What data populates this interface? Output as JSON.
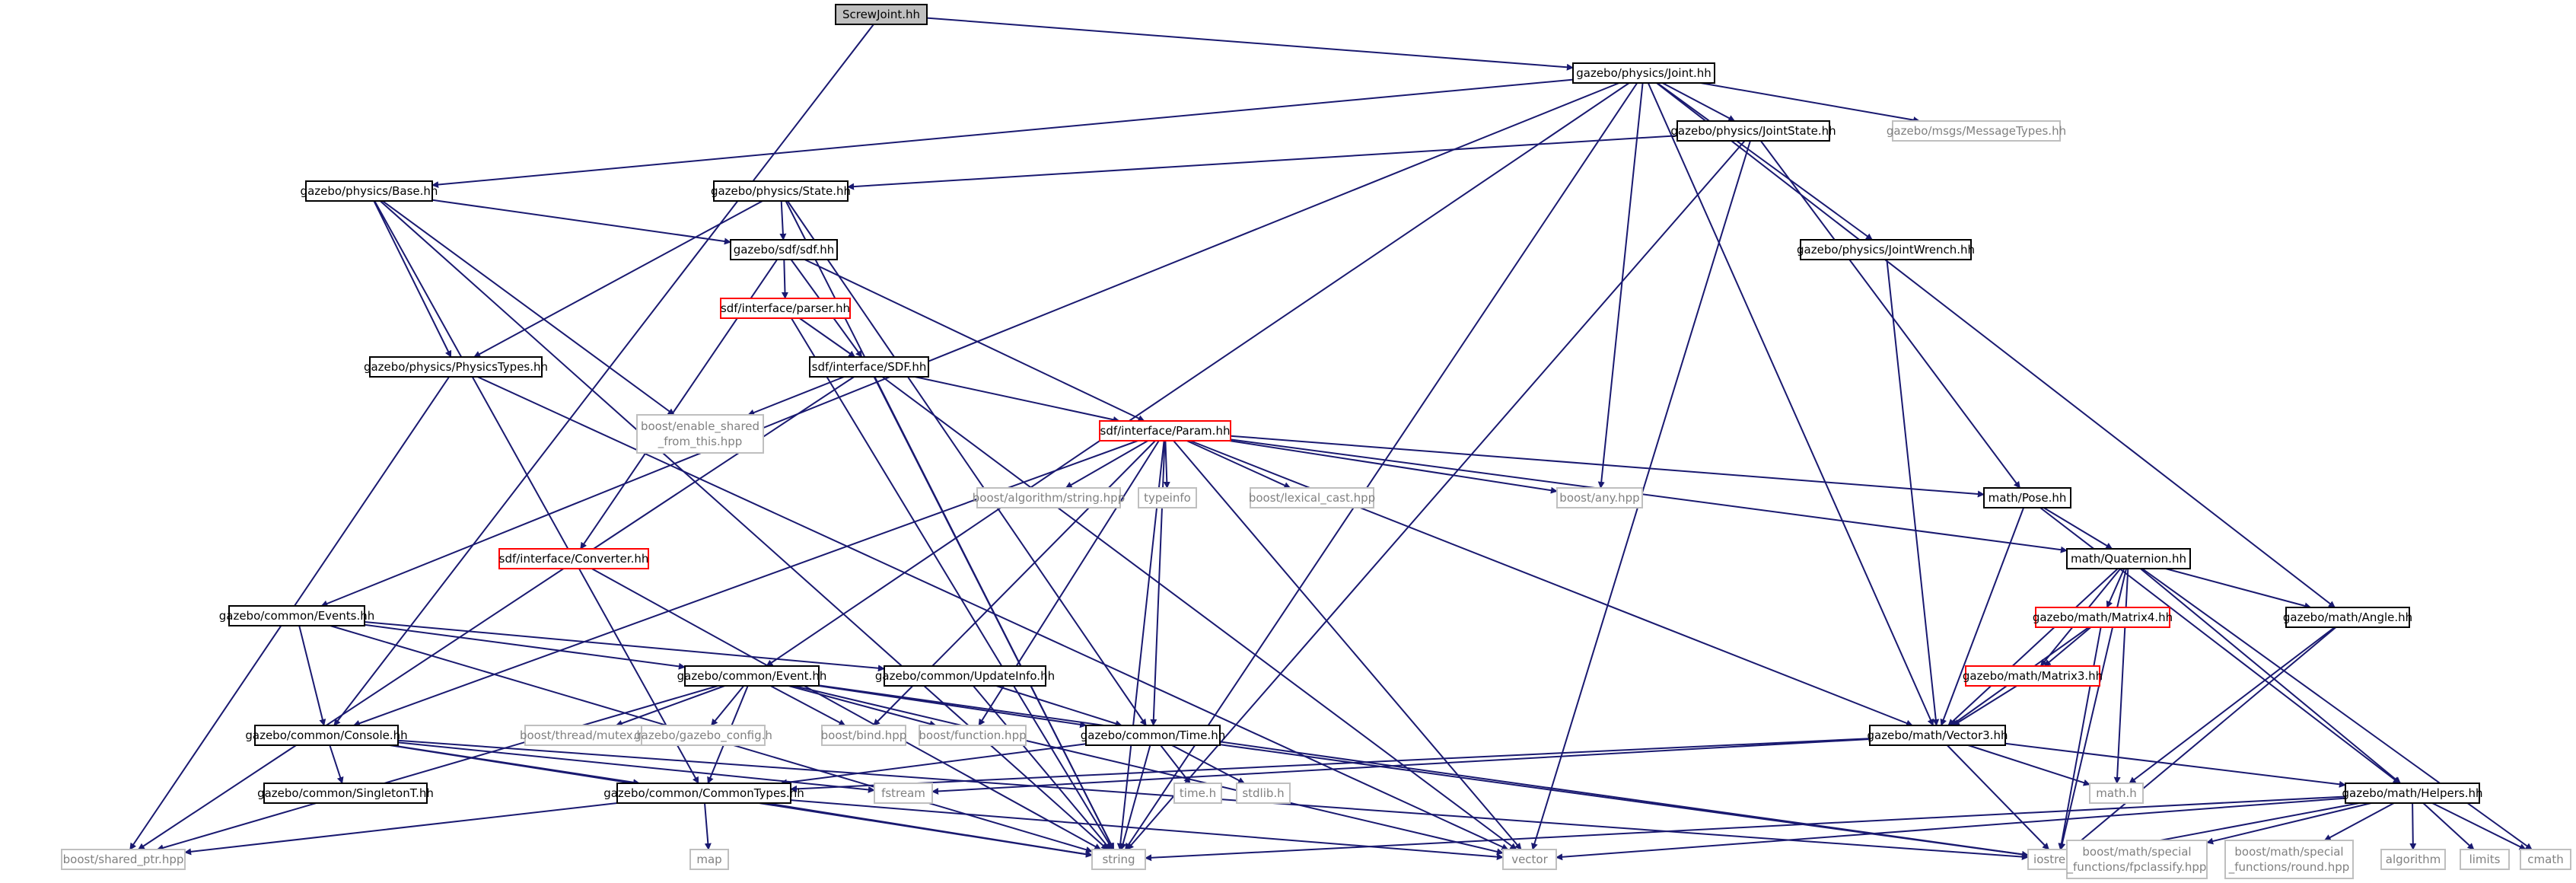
{
  "graph": {
    "colors": {
      "edge": "#191970",
      "node_border": "#000000",
      "missing_border": "#bfbfbf",
      "red_border": "#ff0000",
      "root_fill": "#bfbfbf",
      "text": "#000000",
      "missing_text": "#808080"
    },
    "nodes": [
      {
        "id": "screwjoint",
        "lines": [
          "ScrewJoint.hh"
        ],
        "style": "root"
      },
      {
        "id": "physics_joint",
        "lines": [
          "gazebo/physics/Joint.hh"
        ],
        "style": "normal"
      },
      {
        "id": "physics_jointstate",
        "lines": [
          "gazebo/physics/JointState.hh"
        ],
        "style": "normal"
      },
      {
        "id": "msgs_messagetypes",
        "lines": [
          "gazebo/msgs/MessageTypes.hh"
        ],
        "style": "missing"
      },
      {
        "id": "physics_base",
        "lines": [
          "gazebo/physics/Base.hh"
        ],
        "style": "normal"
      },
      {
        "id": "physics_state",
        "lines": [
          "gazebo/physics/State.hh"
        ],
        "style": "normal"
      },
      {
        "id": "sdf_sdf",
        "lines": [
          "gazebo/sdf/sdf.hh"
        ],
        "style": "normal"
      },
      {
        "id": "physics_jointwrench",
        "lines": [
          "gazebo/physics/JointWrench.hh"
        ],
        "style": "normal"
      },
      {
        "id": "sdf_parser",
        "lines": [
          "sdf/interface/parser.hh"
        ],
        "style": "red"
      },
      {
        "id": "physics_physicstypes",
        "lines": [
          "gazebo/physics/PhysicsTypes.hh"
        ],
        "style": "normal"
      },
      {
        "id": "sdf_SDF",
        "lines": [
          "sdf/interface/SDF.hh"
        ],
        "style": "normal"
      },
      {
        "id": "boost_enable_shared",
        "lines": [
          "boost/enable_shared",
          "_from_this.hpp"
        ],
        "style": "missing"
      },
      {
        "id": "sdf_param",
        "lines": [
          "sdf/interface/Param.hh"
        ],
        "style": "red"
      },
      {
        "id": "boost_algorithm_string",
        "lines": [
          "boost/algorithm/string.hpp"
        ],
        "style": "missing"
      },
      {
        "id": "typeinfo",
        "lines": [
          "typeinfo"
        ],
        "style": "missing"
      },
      {
        "id": "boost_lexical_cast",
        "lines": [
          "boost/lexical_cast.hpp"
        ],
        "style": "missing"
      },
      {
        "id": "boost_any",
        "lines": [
          "boost/any.hpp"
        ],
        "style": "missing"
      },
      {
        "id": "math_pose",
        "lines": [
          "math/Pose.hh"
        ],
        "style": "normal"
      },
      {
        "id": "math_quaternion",
        "lines": [
          "math/Quaternion.hh"
        ],
        "style": "normal"
      },
      {
        "id": "sdf_converter",
        "lines": [
          "sdf/interface/Converter.hh"
        ],
        "style": "red"
      },
      {
        "id": "common_events",
        "lines": [
          "gazebo/common/Events.hh"
        ],
        "style": "normal"
      },
      {
        "id": "common_event",
        "lines": [
          "gazebo/common/Event.hh"
        ],
        "style": "normal"
      },
      {
        "id": "common_updateinfo",
        "lines": [
          "gazebo/common/UpdateInfo.hh"
        ],
        "style": "normal"
      },
      {
        "id": "math_matrix4",
        "lines": [
          "gazebo/math/Matrix4.hh"
        ],
        "style": "red"
      },
      {
        "id": "math_angle",
        "lines": [
          "gazebo/math/Angle.hh"
        ],
        "style": "normal"
      },
      {
        "id": "math_matrix3",
        "lines": [
          "gazebo/math/Matrix3.hh"
        ],
        "style": "red"
      },
      {
        "id": "common_console",
        "lines": [
          "gazebo/common/Console.hh"
        ],
        "style": "normal"
      },
      {
        "id": "boost_thread_mutex",
        "lines": [
          "boost/thread/mutex.hpp"
        ],
        "style": "missing"
      },
      {
        "id": "gazebo_config",
        "lines": [
          "gazebo/gazebo_config.h"
        ],
        "style": "missing"
      },
      {
        "id": "boost_bind",
        "lines": [
          "boost/bind.hpp"
        ],
        "style": "missing"
      },
      {
        "id": "boost_function",
        "lines": [
          "boost/function.hpp"
        ],
        "style": "missing"
      },
      {
        "id": "common_time",
        "lines": [
          "gazebo/common/Time.hh"
        ],
        "style": "normal"
      },
      {
        "id": "math_vector3",
        "lines": [
          "gazebo/math/Vector3.hh"
        ],
        "style": "normal"
      },
      {
        "id": "common_singletont",
        "lines": [
          "gazebo/common/SingletonT.hh"
        ],
        "style": "normal"
      },
      {
        "id": "fstream",
        "lines": [
          "fstream"
        ],
        "style": "missing"
      },
      {
        "id": "time_h",
        "lines": [
          "time.h"
        ],
        "style": "missing"
      },
      {
        "id": "stdlib_h",
        "lines": [
          "stdlib.h"
        ],
        "style": "missing"
      },
      {
        "id": "math_h",
        "lines": [
          "math.h"
        ],
        "style": "missing"
      },
      {
        "id": "common_commontypes",
        "lines": [
          "gazebo/common/CommonTypes.hh"
        ],
        "style": "normal"
      },
      {
        "id": "math_helpers",
        "lines": [
          "gazebo/math/Helpers.hh"
        ],
        "style": "normal"
      },
      {
        "id": "map",
        "lines": [
          "map"
        ],
        "style": "missing"
      },
      {
        "id": "boost_shared_ptr",
        "lines": [
          "boost/shared_ptr.hpp"
        ],
        "style": "missing"
      },
      {
        "id": "string",
        "lines": [
          "string"
        ],
        "style": "missing"
      },
      {
        "id": "vector",
        "lines": [
          "vector"
        ],
        "style": "missing"
      },
      {
        "id": "iostream",
        "lines": [
          "iostream"
        ],
        "style": "missing"
      },
      {
        "id": "boost_fpclassify",
        "lines": [
          "boost/math/special",
          "_functions/fpclassify.hpp"
        ],
        "style": "missing"
      },
      {
        "id": "boost_round",
        "lines": [
          "boost/math/special",
          "_functions/round.hpp"
        ],
        "style": "missing"
      },
      {
        "id": "algorithm",
        "lines": [
          "algorithm"
        ],
        "style": "missing"
      },
      {
        "id": "limits",
        "lines": [
          "limits"
        ],
        "style": "missing"
      },
      {
        "id": "cmath",
        "lines": [
          "cmath"
        ],
        "style": "missing"
      }
    ],
    "edges": [
      [
        "screwjoint",
        "physics_joint"
      ],
      [
        "screwjoint",
        "common_console"
      ],
      [
        "physics_joint",
        "physics_jointstate"
      ],
      [
        "physics_joint",
        "msgs_messagetypes"
      ],
      [
        "physics_joint",
        "physics_base"
      ],
      [
        "physics_joint",
        "physics_jointwrench"
      ],
      [
        "physics_joint",
        "common_events"
      ],
      [
        "physics_joint",
        "common_event"
      ],
      [
        "physics_joint",
        "boost_any"
      ],
      [
        "physics_joint",
        "math_vector3"
      ],
      [
        "physics_joint",
        "math_angle"
      ],
      [
        "physics_joint",
        "string"
      ],
      [
        "physics_jointstate",
        "physics_state"
      ],
      [
        "physics_jointstate",
        "math_pose"
      ],
      [
        "physics_jointstate",
        "string"
      ],
      [
        "physics_jointstate",
        "vector"
      ],
      [
        "physics_base",
        "sdf_sdf"
      ],
      [
        "physics_base",
        "physics_physicstypes"
      ],
      [
        "physics_base",
        "boost_enable_shared"
      ],
      [
        "physics_base",
        "common_commontypes"
      ],
      [
        "physics_base",
        "string"
      ],
      [
        "physics_state",
        "sdf_sdf"
      ],
      [
        "physics_state",
        "physics_physicstypes"
      ],
      [
        "physics_state",
        "common_time"
      ],
      [
        "physics_state",
        "string"
      ],
      [
        "sdf_sdf",
        "sdf_parser"
      ],
      [
        "sdf_sdf",
        "sdf_SDF"
      ],
      [
        "sdf_sdf",
        "sdf_param"
      ],
      [
        "sdf_sdf",
        "sdf_converter"
      ],
      [
        "physics_jointwrench",
        "math_vector3"
      ],
      [
        "sdf_parser",
        "sdf_SDF"
      ],
      [
        "sdf_parser",
        "string"
      ],
      [
        "physics_physicstypes",
        "boost_shared_ptr"
      ],
      [
        "physics_physicstypes",
        "vector"
      ],
      [
        "sdf_SDF",
        "boost_enable_shared"
      ],
      [
        "sdf_SDF",
        "sdf_param"
      ],
      [
        "sdf_SDF",
        "boost_shared_ptr"
      ],
      [
        "sdf_SDF",
        "string"
      ],
      [
        "sdf_SDF",
        "vector"
      ],
      [
        "sdf_param",
        "boost_algorithm_string"
      ],
      [
        "sdf_param",
        "typeinfo"
      ],
      [
        "sdf_param",
        "boost_lexical_cast"
      ],
      [
        "sdf_param",
        "boost_any"
      ],
      [
        "sdf_param",
        "math_pose"
      ],
      [
        "sdf_param",
        "math_quaternion"
      ],
      [
        "sdf_param",
        "math_vector3"
      ],
      [
        "sdf_param",
        "common_console"
      ],
      [
        "sdf_param",
        "common_time"
      ],
      [
        "sdf_param",
        "boost_bind"
      ],
      [
        "sdf_param",
        "boost_function"
      ],
      [
        "sdf_param",
        "string"
      ],
      [
        "sdf_param",
        "vector"
      ],
      [
        "math_pose",
        "math_quaternion"
      ],
      [
        "math_pose",
        "math_vector3"
      ],
      [
        "math_pose",
        "math_helpers"
      ],
      [
        "math_quaternion",
        "math_matrix4"
      ],
      [
        "math_quaternion",
        "math_matrix3"
      ],
      [
        "math_quaternion",
        "math_angle"
      ],
      [
        "math_quaternion",
        "math_vector3"
      ],
      [
        "math_quaternion",
        "math_helpers"
      ],
      [
        "math_quaternion",
        "math_h"
      ],
      [
        "math_quaternion",
        "iostream"
      ],
      [
        "math_quaternion",
        "cmath"
      ],
      [
        "sdf_converter",
        "string"
      ],
      [
        "common_events",
        "common_event"
      ],
      [
        "common_events",
        "common_updateinfo"
      ],
      [
        "common_events",
        "common_console"
      ],
      [
        "common_events",
        "string"
      ],
      [
        "common_event",
        "boost_thread_mutex"
      ],
      [
        "common_event",
        "gazebo_config"
      ],
      [
        "common_event",
        "boost_bind"
      ],
      [
        "common_event",
        "boost_function"
      ],
      [
        "common_event",
        "common_time"
      ],
      [
        "common_event",
        "common_commontypes"
      ],
      [
        "common_event",
        "boost_shared_ptr"
      ],
      [
        "common_event",
        "iostream"
      ],
      [
        "common_event",
        "vector"
      ],
      [
        "common_updateinfo",
        "common_time"
      ],
      [
        "common_updateinfo",
        "string"
      ],
      [
        "math_matrix4",
        "math_matrix3"
      ],
      [
        "math_matrix4",
        "math_vector3"
      ],
      [
        "math_matrix4",
        "iostream"
      ],
      [
        "math_angle",
        "math_h"
      ],
      [
        "math_angle",
        "iostream"
      ],
      [
        "math_matrix3",
        "math_vector3"
      ],
      [
        "common_console",
        "common_singletont"
      ],
      [
        "common_console",
        "fstream"
      ],
      [
        "common_console",
        "common_commontypes"
      ],
      [
        "common_console",
        "string"
      ],
      [
        "common_console",
        "iostream"
      ],
      [
        "common_time",
        "time_h"
      ],
      [
        "common_time",
        "stdlib_h"
      ],
      [
        "common_time",
        "common_commontypes"
      ],
      [
        "common_time",
        "string"
      ],
      [
        "common_time",
        "iostream"
      ],
      [
        "math_vector3",
        "math_h"
      ],
      [
        "math_vector3",
        "fstream"
      ],
      [
        "math_vector3",
        "iostream"
      ],
      [
        "math_vector3",
        "math_helpers"
      ],
      [
        "math_vector3",
        "common_commontypes"
      ],
      [
        "common_commontypes",
        "map"
      ],
      [
        "common_commontypes",
        "boost_shared_ptr"
      ],
      [
        "common_commontypes",
        "string"
      ],
      [
        "common_commontypes",
        "vector"
      ],
      [
        "math_helpers",
        "boost_fpclassify"
      ],
      [
        "math_helpers",
        "boost_round"
      ],
      [
        "math_helpers",
        "algorithm"
      ],
      [
        "math_helpers",
        "limits"
      ],
      [
        "math_helpers",
        "cmath"
      ],
      [
        "math_helpers",
        "iostream"
      ],
      [
        "math_helpers",
        "string"
      ],
      [
        "math_helpers",
        "vector"
      ]
    ]
  }
}
